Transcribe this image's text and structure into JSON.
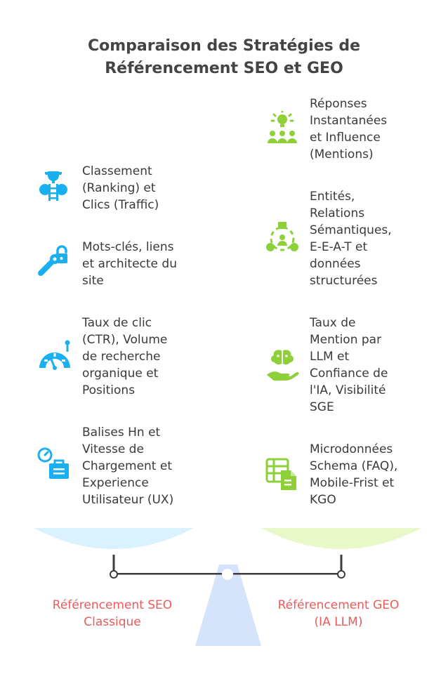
{
  "title": {
    "line1": "Comparaison des Stratégies de",
    "line2": "Référencement SEO et GEO"
  },
  "seo_items": [
    {
      "icon": "trophy-ladder-icon",
      "text": "Classement\n(Ranking) et\nClics (Traffic)"
    },
    {
      "icon": "key-unlock-icon",
      "text": "Mots-clés, liens\net architecte du\nsite"
    },
    {
      "icon": "speedometer-icon",
      "text": "Taux de clic\n(CTR), Volume\nde recherche\norganique et\nPositions"
    },
    {
      "icon": "stopwatch-briefcase-icon",
      "text": "Balises Hn et\nVitesse de\nChargement et\nExperience\nUtilisateur (UX)"
    }
  ],
  "geo_items": [
    {
      "icon": "idea-group-icon",
      "text": "Réponses\nInstantanées\net Influence\n(Mentions)"
    },
    {
      "icon": "entity-network-icon",
      "text": "Entités,\nRelations\nSémantiques,\nE-E-A-T et\ndonnées\nstructurées"
    },
    {
      "icon": "brain-hand-icon",
      "text": "Taux de\nMention par\nLLM et\nConfiance de\nl'IA, Visibilité\nSGE"
    },
    {
      "icon": "schema-document-icon",
      "text": "Microdonnées\nSchema (FAQ),\nMobile-Frist et\nKGO"
    }
  ],
  "scale": {
    "left_label": {
      "line1": "Référencement SEO",
      "line2": "Classique"
    },
    "right_label": {
      "line1": "Référencement GEO",
      "line2": "(IA LLM)"
    }
  },
  "colors": {
    "seo_accent": "#1ab0ef",
    "geo_accent": "#8dd03a",
    "left_pan": "#d9f2fd",
    "right_pan": "#e9f8c8",
    "fulcrum": "#d6e4fb",
    "label_red": "#ea5b5b"
  }
}
